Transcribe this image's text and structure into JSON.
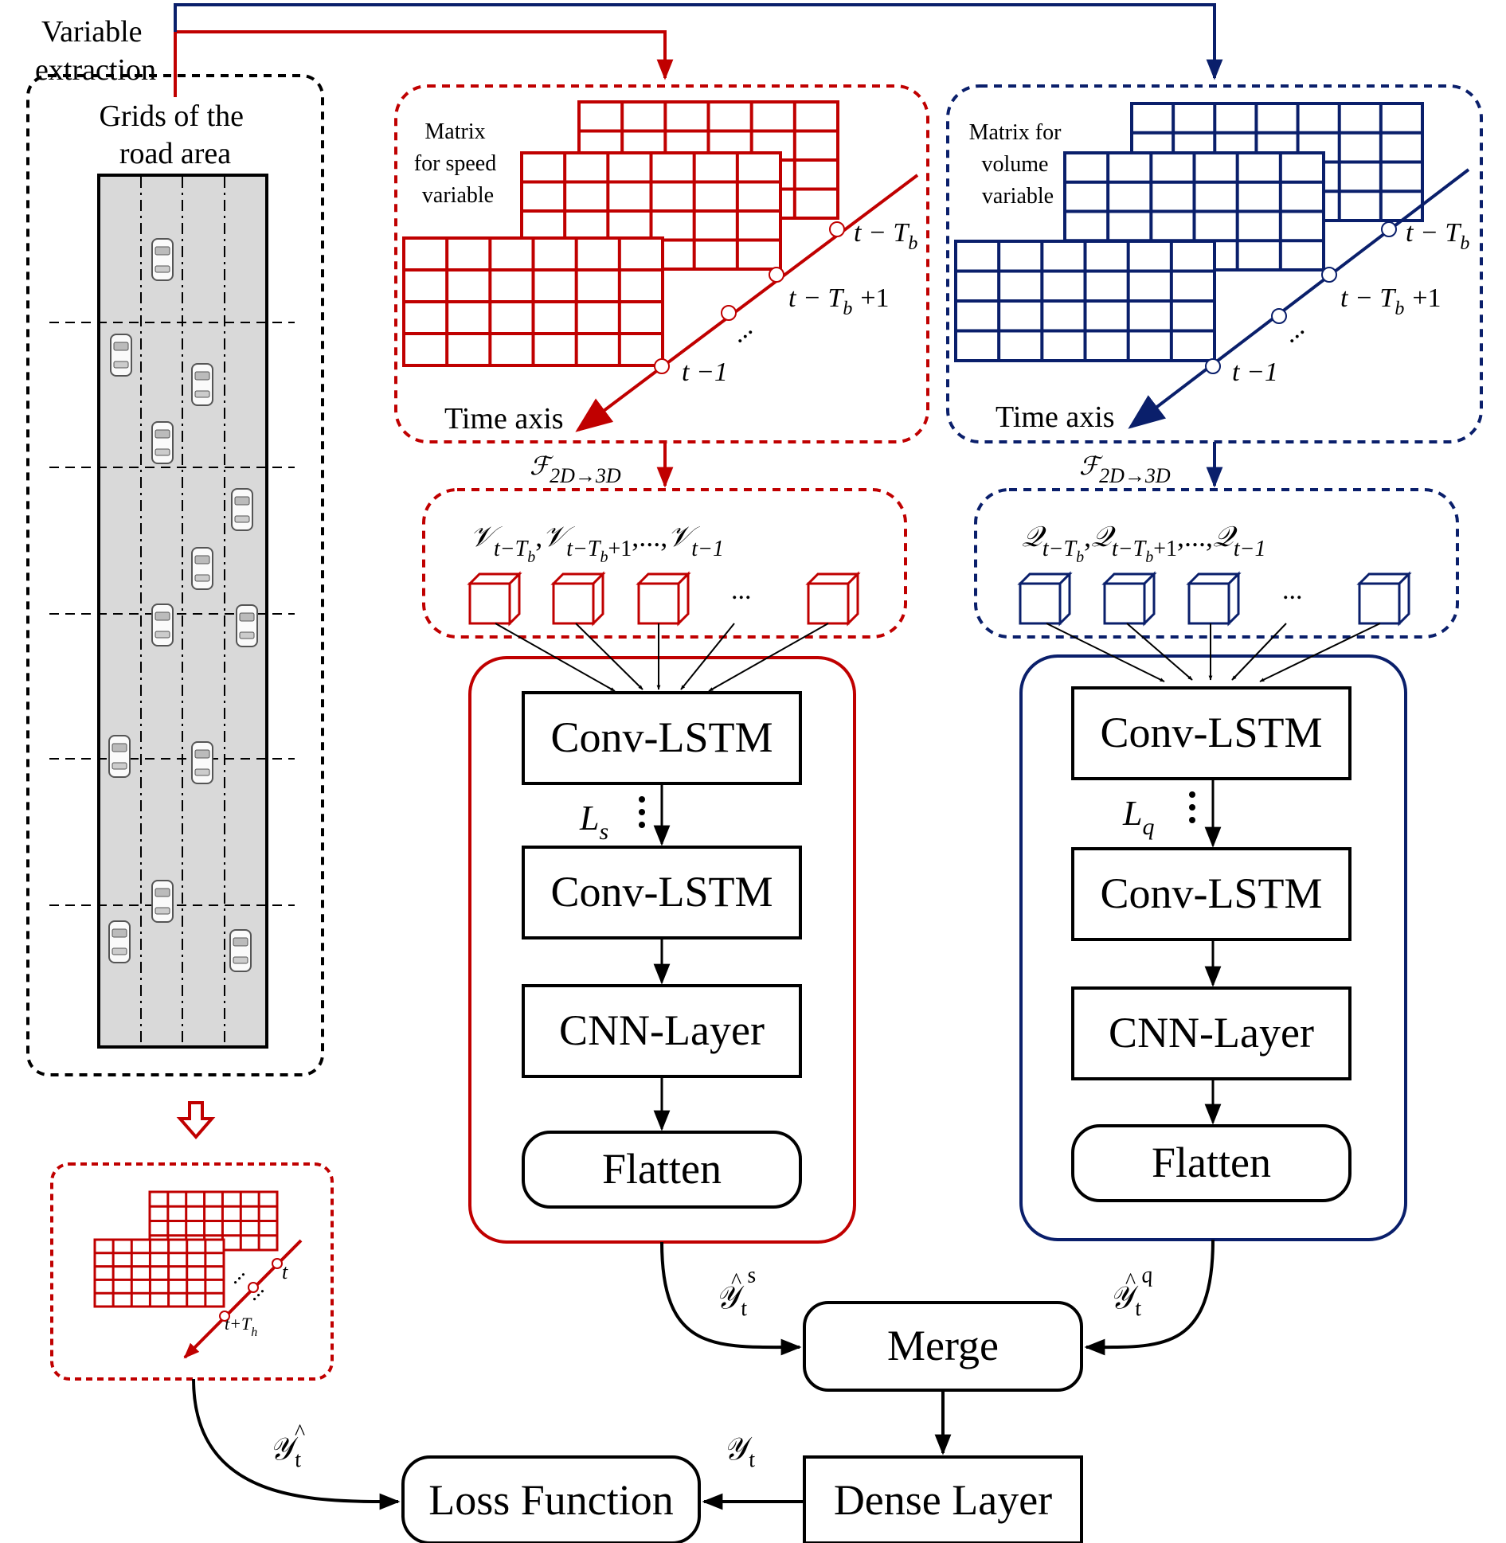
{
  "colors": {
    "speed": "#c00000",
    "volume": "#0a1f6b",
    "road_fill": "#d9d9d9",
    "black": "#000000"
  },
  "road": {
    "top_label": "Variable extraction",
    "title": "Grids of the road area"
  },
  "speed_branch": {
    "matrix_label": "Matrix for speed variable",
    "time_axis": "Time axis",
    "time_labels": [
      "t − T",
      "b",
      "t − T",
      "b",
      "+1",
      "t −1"
    ],
    "transform": "ℱ",
    "transform_sub": "2D→3D",
    "cubes_label": "𝒱",
    "cubes_sub": [
      "t−T",
      "b",
      "t−T",
      "b",
      "+1",
      "t−1"
    ],
    "sep": ",",
    "ellipsis": "...",
    "layers_label": "L",
    "layers_sub": "s",
    "blocks": [
      "Conv-LSTM",
      "Conv-LSTM",
      "CNN-Layer",
      "Flatten"
    ],
    "output_label": "𝒴",
    "output_sub": "t",
    "output_sup": "s"
  },
  "volume_branch": {
    "matrix_label": "Matrix for volume variable",
    "time_axis": "Time axis",
    "time_labels": [
      "t − T",
      "b",
      "t − T",
      "b",
      "+1",
      "t −1"
    ],
    "transform": "ℱ",
    "transform_sub": "2D→3D",
    "cubes_label": "𝒬",
    "cubes_sub": [
      "t−T",
      "b",
      "t−T",
      "b",
      "+1",
      "t−1"
    ],
    "sep": ",",
    "ellipsis": "...",
    "layers_label": "L",
    "layers_sub": "q",
    "blocks": [
      "Conv-LSTM",
      "Conv-LSTM",
      "CNN-Layer",
      "Flatten"
    ],
    "output_label": "𝒴",
    "output_sub": "t",
    "output_sup": "q"
  },
  "target": {
    "label_t": "t",
    "label_th": "t+T",
    "label_th_sub": "h",
    "truth_label": "𝒴",
    "truth_sub": "t"
  },
  "merge": {
    "label": "Merge"
  },
  "dense": {
    "label": "Dense Layer",
    "out_label": "𝒴",
    "out_sub": "t"
  },
  "loss": {
    "label": "Loss Function"
  }
}
